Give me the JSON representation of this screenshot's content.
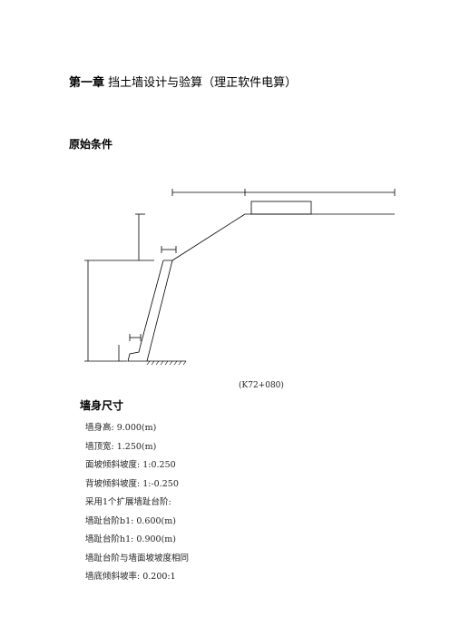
{
  "chapter": {
    "number_label": "第一章",
    "title": "挡土墙设计与验算（理正软件电算）"
  },
  "sections": {
    "conditions": "原始条件",
    "dimensions": "墙身尺寸"
  },
  "figure": {
    "caption": "(K72+080)"
  },
  "specs": [
    "墙身高: 9.000(m)",
    "墙顶宽: 1.250(m)",
    "面坡倾斜坡度: 1:0.250",
    "背坡倾斜坡度: 1:-0.250",
    "采用1个扩展墙趾台阶:",
    "墙趾台阶b1: 0.600(m)",
    "墙趾台阶h1: 0.900(m)",
    "墙趾台阶与墙面坡坡度相同",
    "墙底倾斜坡率: 0.200:1"
  ]
}
